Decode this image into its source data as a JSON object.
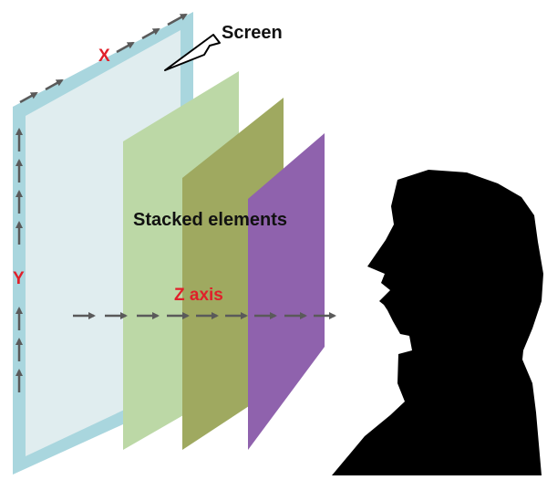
{
  "labels": {
    "screen": "Screen",
    "x_axis": "X",
    "y_axis": "Y",
    "z_axis": "Z axis",
    "stacked": "Stacked elements"
  },
  "colors": {
    "screen_frame": "#a9d6de",
    "screen_fill": "#e0edef",
    "layer_green_light": "#bcd8a6",
    "layer_green_olive": "#9fa960",
    "layer_purple": "#8f62ad",
    "arrow": "#5a5a5a",
    "axis_label": "#e0202a",
    "silhouette": "#000000"
  }
}
